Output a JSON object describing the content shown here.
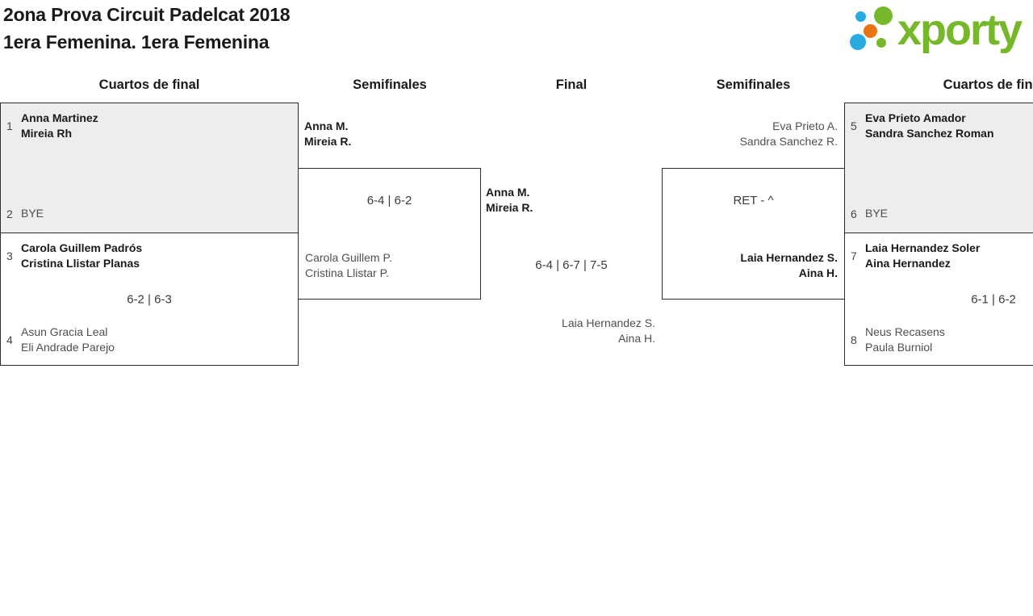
{
  "header": {
    "title_line1": "2ona Prova Circuit Padelcat 2018",
    "title_line2": "1era Femenina. 1era Femenina",
    "logo_text": "xporty"
  },
  "rounds": {
    "qf_left": "Cuartos de final",
    "sf_left": "Semifinales",
    "final": "Final",
    "sf_right": "Semifinales",
    "qf_right": "Cuartos de final"
  },
  "matches": {
    "qf1": {
      "seed_top": "1",
      "top1": "Anna Martinez",
      "top2": "Mireia Rh",
      "seed_bottom": "2",
      "bottom1": "BYE"
    },
    "qf2": {
      "seed_top": "3",
      "top1": "Carola Guillem Padrós",
      "top2": "Cristina Llistar Planas",
      "score": "6-2 | 6-3",
      "seed_bottom": "4",
      "bottom1": "Asun Gracia Leal",
      "bottom2": "Eli Andrade Parejo"
    },
    "sf_left": {
      "top1": "Anna M.",
      "top2": "Mireia R.",
      "score": "6-4 | 6-2",
      "bottom1": "Carola Guillem P.",
      "bottom2": "Cristina Llistar P."
    },
    "final": {
      "top1": "Anna M.",
      "top2": "Mireia R.",
      "score": "6-4 | 6-7 | 7-5",
      "bottom1": "Laia Hernandez S.",
      "bottom2": "Aina H."
    },
    "sf_right": {
      "top1": "Eva Prieto A.",
      "top2": "Sandra Sanchez R.",
      "score": "RET - ^",
      "bottom1": "Laia Hernandez S.",
      "bottom2": "Aina H."
    },
    "qf3": {
      "seed_top": "5",
      "top1": "Eva Prieto Amador",
      "top2": "Sandra Sanchez Roman",
      "seed_bottom": "6",
      "bottom1": "BYE"
    },
    "qf4": {
      "seed_top": "7",
      "top1": "Laia Hernandez Soler",
      "top2": "Aina Hernandez",
      "score": "6-1 | 6-2",
      "seed_bottom": "8",
      "bottom1": "Neus Recasens",
      "bottom2": "Paula Burniol"
    }
  },
  "colors": {
    "logo_green": "#76b82a",
    "logo_blue": "#29abe2",
    "logo_orange": "#e87511",
    "box_gray": "#ededed",
    "border": "#2e2e2e",
    "text_dark": "#1a1a1a",
    "text_gray": "#4f4f4f"
  }
}
